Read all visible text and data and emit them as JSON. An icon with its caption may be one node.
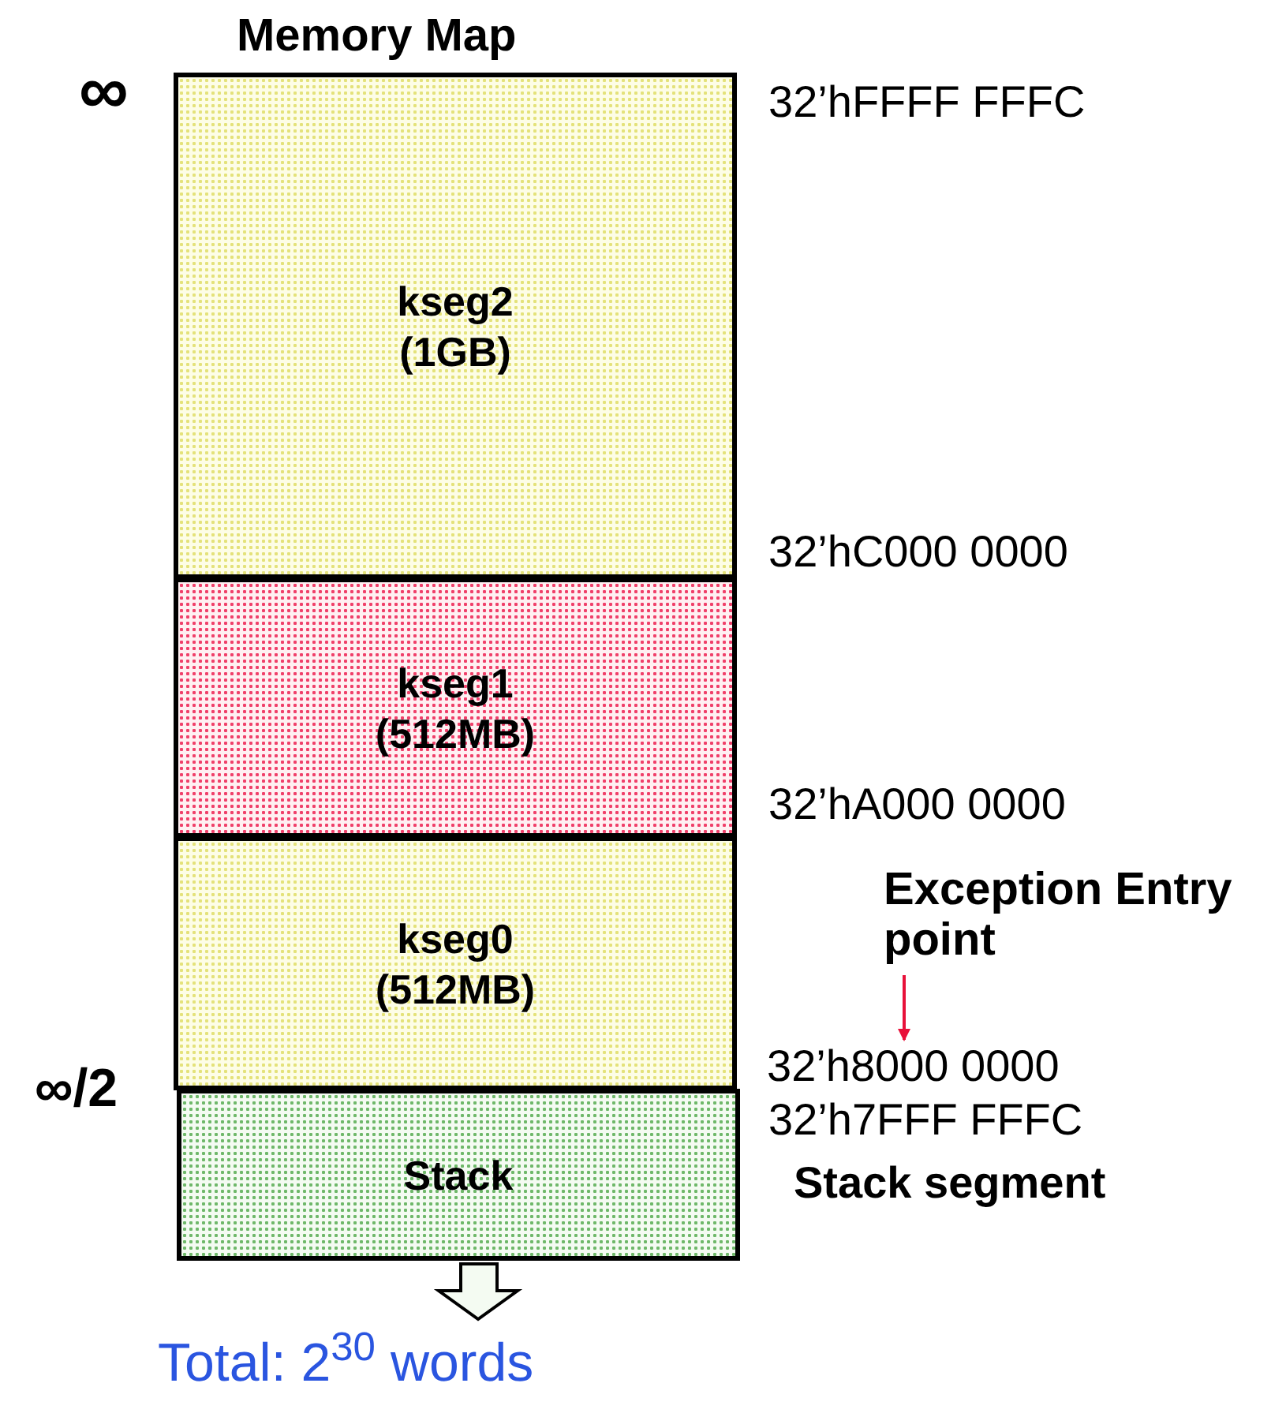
{
  "diagram": {
    "title": "Memory Map",
    "caption": "Total: 2$^{30}$ words",
    "nodes": [
      {
        "text": [
          "kseg2",
          "(1GB)"
        ]
      },
      {
        "text": [
          "kseg1",
          "(512MB)"
        ]
      },
      {
        "text": [
          "kseg0",
          "(512MB)"
        ]
      },
      {
        "text": [
          "Stack"
        ]
      },
      {
        "text": [
          "Exception Entry point"
        ]
      },
      {
        "text": [
          "32’h8000 0000"
        ]
      }
    ],
    "edges": [
      {
        "from": 4,
        "to": 5,
        "arrow": "to",
        "color": "#e8113a"
      }
    ],
    "labels": [
      "∞",
      "32’hFFFF FFFC",
      "32’hC000 0000",
      "32’hA000 0000",
      "∞/2",
      "32’h7FFF FFFC",
      "Stack segment"
    ]
  }
}
